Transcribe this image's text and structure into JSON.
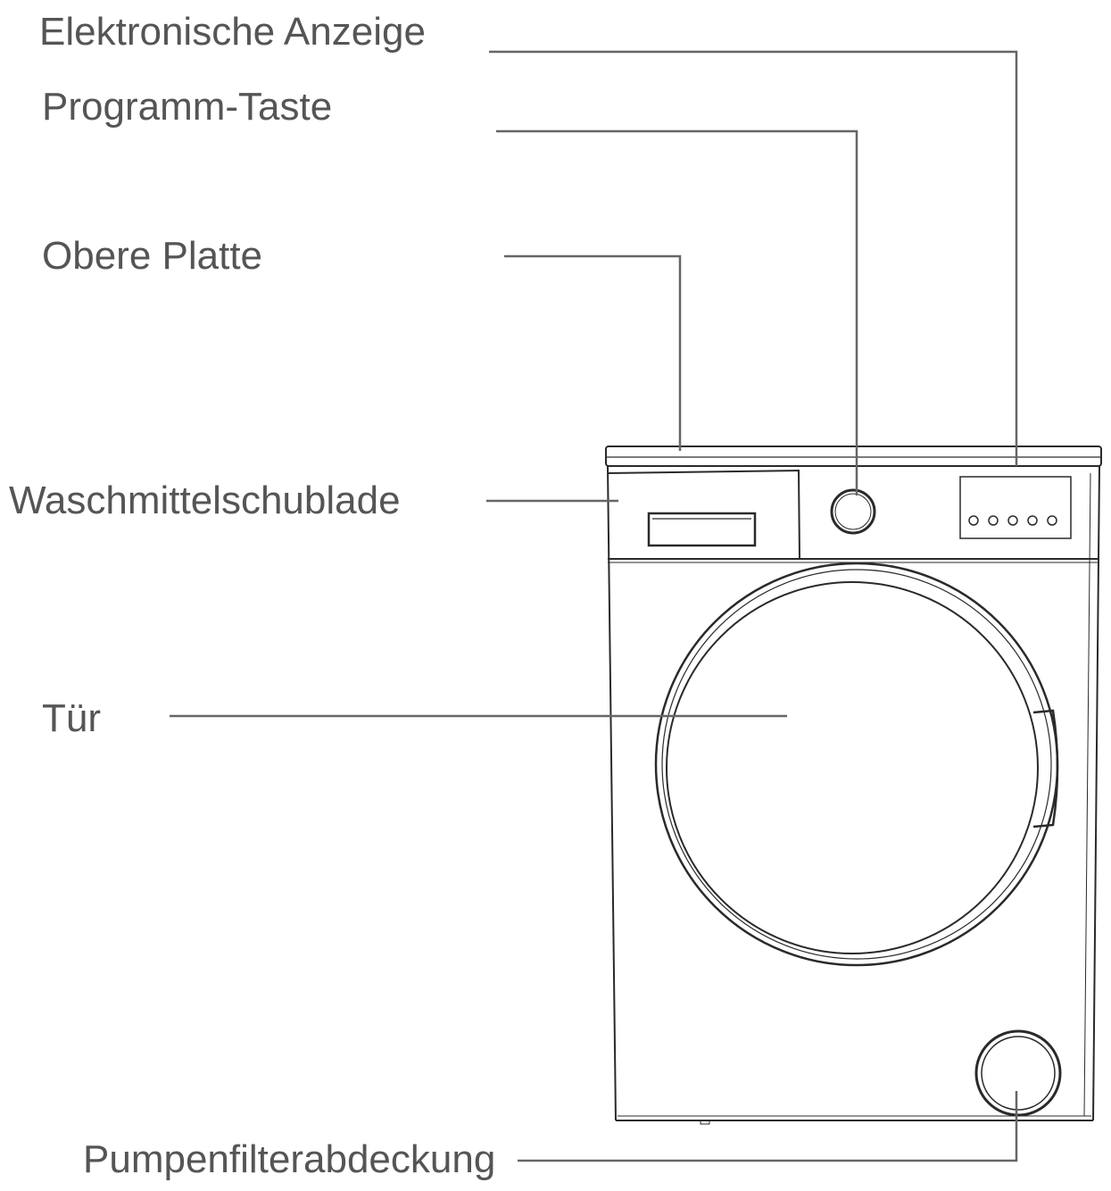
{
  "labels": {
    "electronic_display": "Elektronische Anzeige",
    "program_button": "Programm-Taste",
    "top_panel": "Obere Platte",
    "detergent_drawer": "Waschmittelschublade",
    "door": "Tür",
    "pump_filter_cover": "Pumpenfilterabdeckung"
  },
  "colors": {
    "line": "#666666",
    "drawing": "#2a2a2a",
    "label_text": "#555555"
  }
}
